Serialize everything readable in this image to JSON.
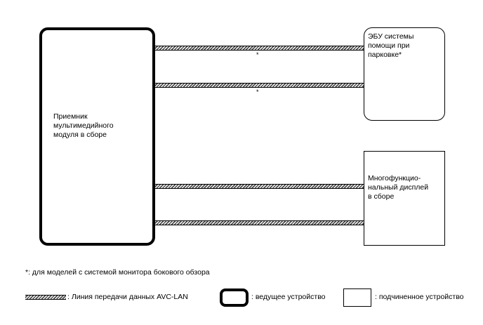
{
  "diagram": {
    "receiver_label": "Приемник\nмультимедийного\nмодуля в сборе",
    "parking_ecu_label": "ЭБУ системы\nпомощи при\nпарковке*",
    "display_label": "Многофункцио-\nнальный дисплей\nв сборе",
    "line_marker": "*"
  },
  "footnote": "*: для моделей с системой монитора бокового обзора",
  "legend": {
    "avc_lan": ": Линия передачи данных AVC-LAN",
    "master": ": ведущее устройство",
    "slave": ": подчиненное устройство"
  }
}
